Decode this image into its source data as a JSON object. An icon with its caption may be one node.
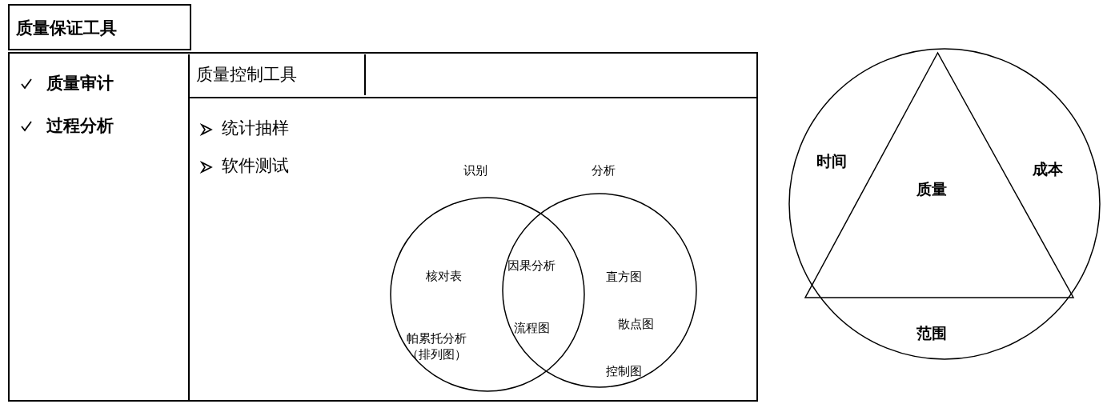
{
  "diagram": {
    "nodes": [
      {
        "text": [
          "质量保证工具",
          "质量审计",
          "过程分析"
        ]
      },
      {
        "text": [
          "质量控制工具",
          "统计抽样",
          "软件测试"
        ],
        "in": 0
      },
      {
        "text": [
          "识别",
          "核对表",
          "帕累托分析（排列图）"
        ],
        "in": 1
      },
      {
        "text": [
          "分析",
          "直方图",
          "散点图",
          "控制图"
        ],
        "in": 1
      },
      {
        "text": [
          "因果分析",
          "流程图"
        ]
      },
      {
        "text": [
          "时间",
          "成本",
          "范围"
        ]
      },
      {
        "text": [
          "质量"
        ],
        "in": 5
      }
    ],
    "edges": []
  }
}
